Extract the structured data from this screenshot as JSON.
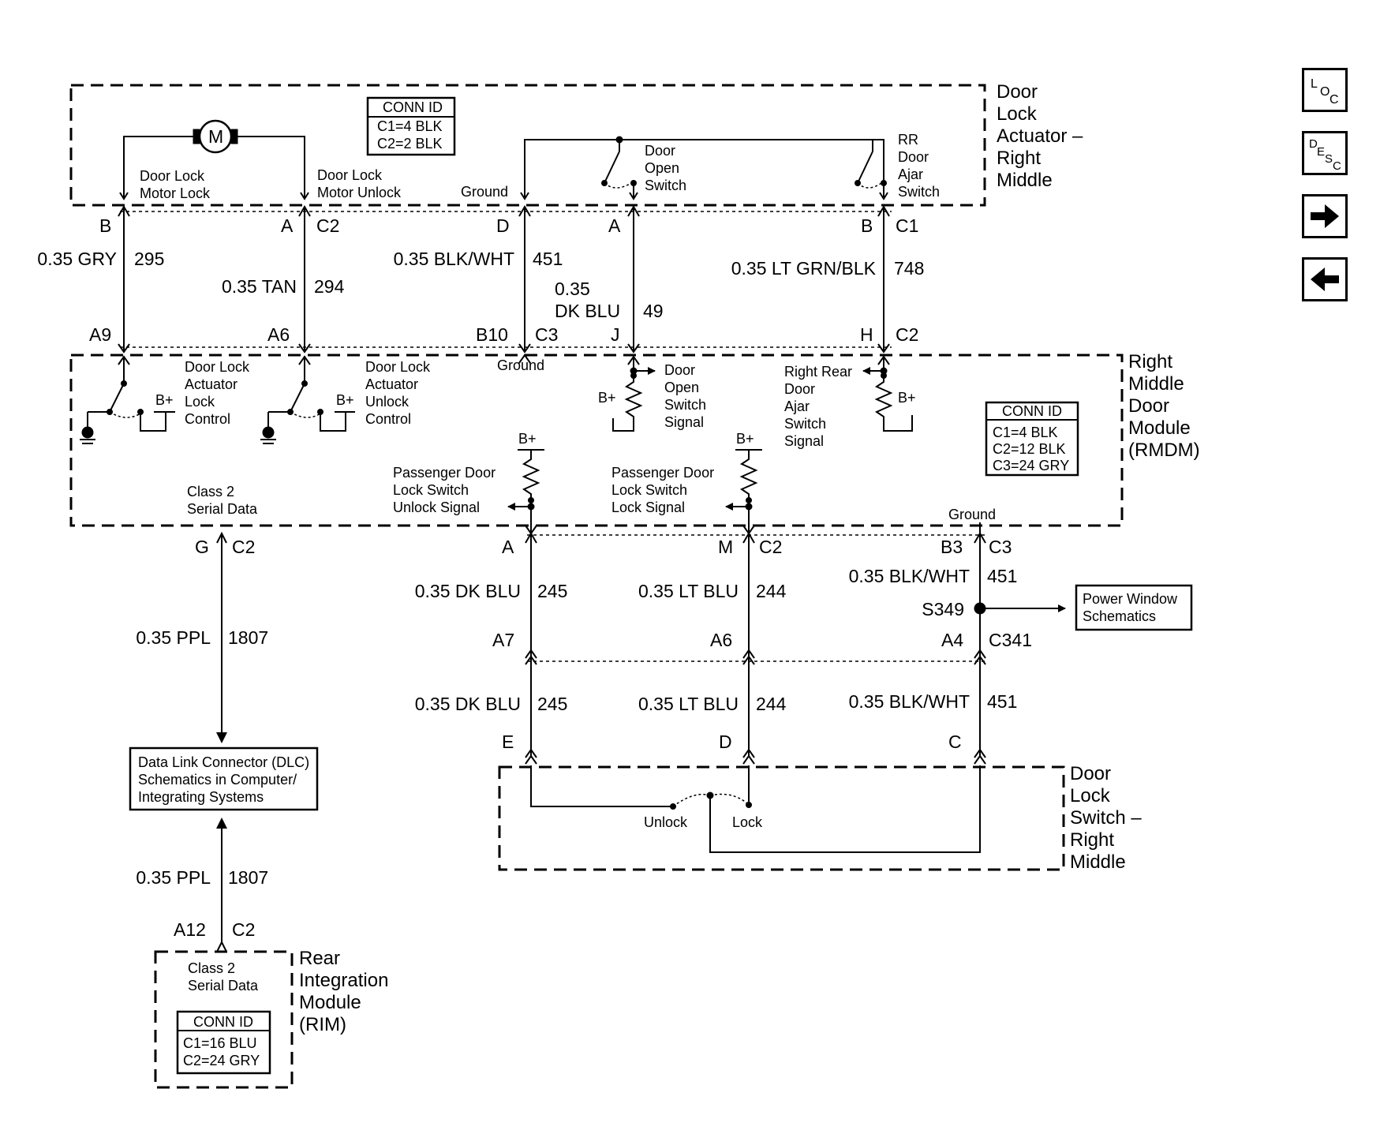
{
  "nav": {
    "loc": {
      "big": "L",
      "sub": "O",
      "sub2": "C"
    },
    "desc": {
      "big": "D",
      "sub": "E",
      "sub2": "S",
      "sub3": "C"
    }
  },
  "actuator": {
    "title": [
      "Door",
      "Lock",
      "Actuator –",
      "Right",
      "Middle"
    ],
    "conn_id": {
      "title": "CONN ID",
      "c1": "C1=4 BLK",
      "c2": "C2=2 BLK"
    },
    "motor": "M",
    "motor_lock": [
      "Door Lock",
      "Motor Lock"
    ],
    "motor_unlock": [
      "Door Lock",
      "Motor Unlock"
    ],
    "ground": "Ground",
    "door_open_switch": [
      "Door",
      "Open",
      "Switch"
    ],
    "rr_door_ajar_switch": [
      "RR",
      "Door",
      "Ajar",
      "Switch"
    ]
  },
  "upper_wires": {
    "pins_top": {
      "b": "B",
      "a": "A",
      "c2": "C2",
      "d": "D",
      "a2": "A",
      "b2": "B",
      "c1": "C1"
    },
    "w295": {
      "size": "0.35 GRY",
      "circuit": "295"
    },
    "w294": {
      "size": "0.35 TAN",
      "circuit": "294"
    },
    "w451": {
      "size": "0.35 BLK/WHT",
      "circuit": "451"
    },
    "w49": {
      "size1": "0.35",
      "size2": "DK BLU",
      "circuit": "49"
    },
    "w748": {
      "size": "0.35 LT GRN/BLK",
      "circuit": "748"
    },
    "pins_bottom": {
      "a9": "A9",
      "a6": "A6",
      "b10": "B10",
      "c3": "C3",
      "j": "J",
      "h": "H",
      "c2": "C2"
    }
  },
  "rmdm": {
    "title": [
      "Right",
      "Middle",
      "Door",
      "Module",
      "(RMDM)"
    ],
    "conn_id": {
      "title": "CONN ID",
      "c1": "C1=4 BLK",
      "c2": "C2=12 BLK",
      "c3": "C3=24 GRY"
    },
    "lock_control": [
      "Door Lock",
      "Actuator",
      "Lock",
      "Control"
    ],
    "unlock_control": [
      "Door Lock",
      "Actuator",
      "Unlock",
      "Control"
    ],
    "bplus": "B+",
    "ground": "Ground",
    "ground2": "Ground",
    "door_open_signal": [
      "Door",
      "Open",
      "Switch",
      "Signal"
    ],
    "rr_ajar_signal": [
      "Right Rear",
      "Door",
      "Ajar",
      "Switch",
      "Signal"
    ],
    "class2": [
      "Class 2",
      "Serial Data"
    ],
    "unlock_signal": [
      "Passenger Door",
      "Lock Switch",
      "Unlock Signal"
    ],
    "lock_signal": [
      "Passenger Door",
      "Lock Switch",
      "Lock Signal"
    ]
  },
  "lower_wires": {
    "pins_top": {
      "g": "G",
      "c2a": "C2",
      "a": "A",
      "m": "M",
      "c2b": "C2",
      "b3": "B3",
      "c3": "C3"
    },
    "w1807_top": {
      "size": "0.35 PPL",
      "circuit": "1807"
    },
    "w245": {
      "size": "0.35 DK BLU",
      "circuit": "245"
    },
    "w244": {
      "size": "0.35 LT BLU",
      "circuit": "244"
    },
    "w451a": {
      "size": "0.35 BLK/WHT",
      "circuit": "451"
    },
    "splice": "S349",
    "power_window": [
      "Power Window",
      "Schematics"
    ],
    "pins_mid": {
      "a7": "A7",
      "a6": "A6",
      "a4": "A4",
      "c341": "C341"
    },
    "w245b": {
      "size": "0.35 DK BLU",
      "circuit": "245"
    },
    "w244b": {
      "size": "0.35 LT BLU",
      "circuit": "244"
    },
    "w451b": {
      "size": "0.35 BLK/WHT",
      "circuit": "451"
    },
    "pins_bottom": {
      "e": "E",
      "d": "D",
      "c": "C"
    }
  },
  "dlc": [
    "Data Link Connector (DLC)",
    "Schematics in Computer/",
    "Integrating Systems"
  ],
  "w1807_bottom": {
    "size": "0.35 PPL",
    "circuit": "1807"
  },
  "rim_pins": {
    "a12": "A12",
    "c2": "C2"
  },
  "rim": {
    "title": [
      "Rear",
      "Integration",
      "Module",
      "(RIM)"
    ],
    "class2": [
      "Class 2",
      "Serial Data"
    ],
    "conn_id": {
      "title": "CONN ID",
      "c1": "C1=16 BLU",
      "c2": "C2=24 GRY"
    }
  },
  "lock_switch": {
    "title": [
      "Door",
      "Lock",
      "Switch –",
      "Right",
      "Middle"
    ],
    "unlock": "Unlock",
    "lock": "Lock"
  }
}
